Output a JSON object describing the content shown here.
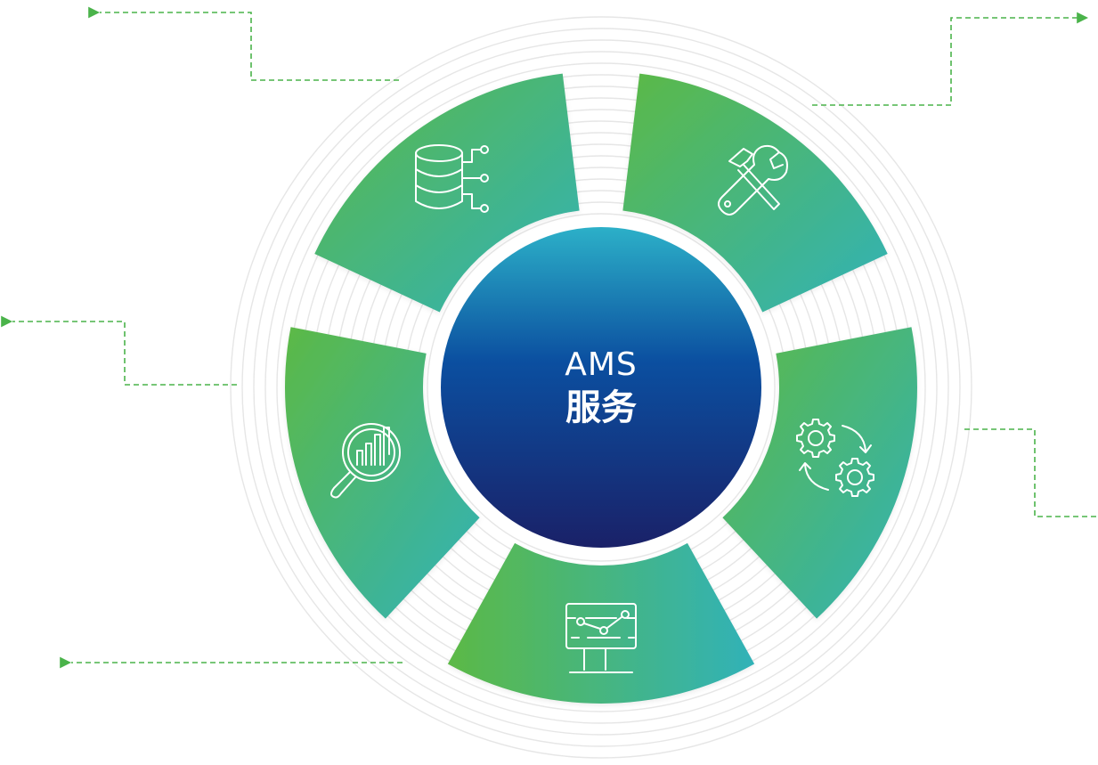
{
  "center": {
    "line1": "AMS",
    "line2": "服务"
  },
  "colors": {
    "segment_start": "#5cb946",
    "segment_end": "#31b2b8",
    "hub_top": "#2cb0c8",
    "hub_mid": "#0b4fa0",
    "hub_bottom": "#1a2168",
    "connector": "#4ab34a",
    "rings": "#e6e6e6"
  },
  "segments": [
    {
      "name": "database",
      "icon": "database-icon"
    },
    {
      "name": "tools",
      "icon": "tools-icon"
    },
    {
      "name": "process",
      "icon": "gears-cycle-icon"
    },
    {
      "name": "monitoring",
      "icon": "monitor-chart-icon"
    },
    {
      "name": "analytics",
      "icon": "analytics-magnifier-icon"
    }
  ],
  "connectors": [
    {
      "name": "connector-top-left",
      "direction": "left"
    },
    {
      "name": "connector-top-right",
      "direction": "right"
    },
    {
      "name": "connector-mid-left",
      "direction": "left"
    },
    {
      "name": "connector-mid-right",
      "direction": "right"
    },
    {
      "name": "connector-bottom-left",
      "direction": "left"
    }
  ]
}
